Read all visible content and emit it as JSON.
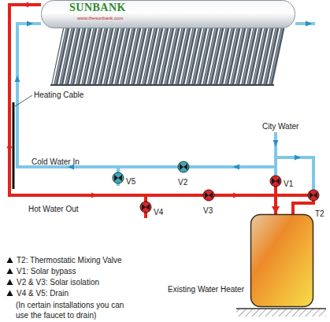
{
  "diagram": {
    "nodes": [
      {
        "text": [
          "SUNBANK",
          "www.thesunbank.com"
        ]
      },
      {
        "text": [
          "Existing Water Heater"
        ]
      }
    ],
    "edges": [
      {
        "from": 0,
        "to": 1,
        "arrow": "to"
      }
    ],
    "labels": [
      "Heating Cable",
      "City Water",
      "Cold Water In",
      "V5",
      "V2",
      "V1",
      "V3",
      "V4",
      "T2",
      "Hot Water Out",
      "(In certain installations you can use the faucet to drain)"
    ],
    "legend": [
      {
        "text": "T2: Thermostatic Mixing Valve"
      },
      {
        "text": "V1: Solar bypass"
      },
      {
        "text": "V2 & V3: Solar isolation"
      },
      {
        "text": "V4 & V5: Drain"
      }
    ]
  }
}
